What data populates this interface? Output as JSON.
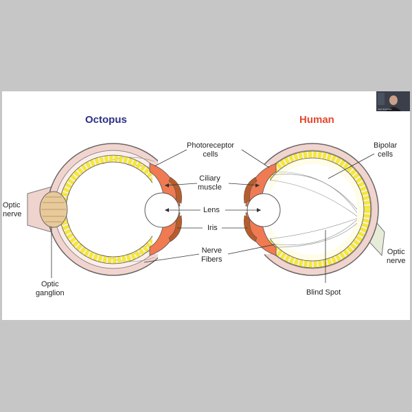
{
  "titles": {
    "octopus": "Octopus",
    "human": "Human"
  },
  "labels": {
    "optic_nerve_left_1": "Optic",
    "optic_nerve_left_2": "nerve",
    "optic_ganglion_1": "Optic",
    "optic_ganglion_2": "ganglion",
    "photoreceptor_1": "Photoreceptor",
    "photoreceptor_2": "cells",
    "ciliary_1": "Ciliary",
    "ciliary_2": "muscle",
    "lens": "Lens",
    "iris": "Iris",
    "nerve_fibers_1": "Nerve",
    "nerve_fibers_2": "Fibers",
    "bipolar_1": "Bipolar",
    "bipolar_2": "cells",
    "optic_nerve_right_1": "Optic",
    "optic_nerve_right_2": "nerve",
    "blind_spot": "Blind Spot"
  },
  "webcam": {
    "name": "Josh Sheldrake"
  },
  "colors": {
    "octopus_title": "#2b2f86",
    "human_title": "#e8452c",
    "eye_wall": "#f2d4cf",
    "retina": "#f4ef9a",
    "photoreceptor": "#f4e83a",
    "ciliary": "#f07a52",
    "iris": "#b85c2c"
  }
}
